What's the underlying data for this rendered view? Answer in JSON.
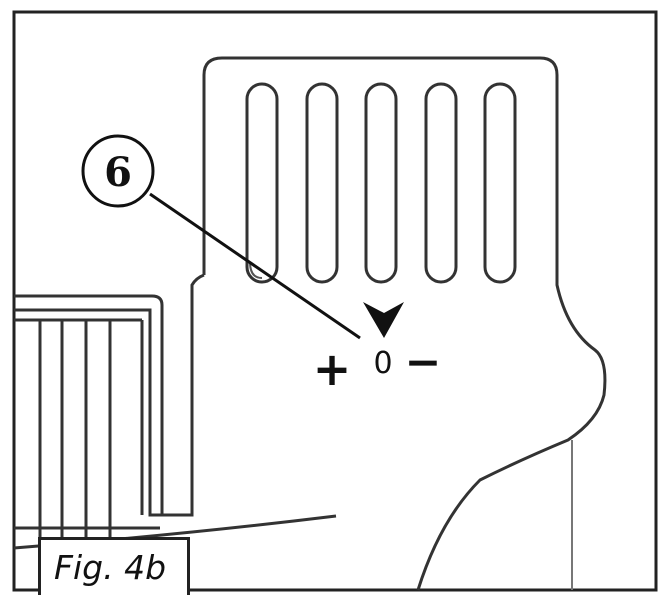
{
  "callout": {
    "number": "6"
  },
  "dial": {
    "plus": "+",
    "zero": "0",
    "minus": "−"
  },
  "caption": {
    "text": "Fig. 4b"
  }
}
